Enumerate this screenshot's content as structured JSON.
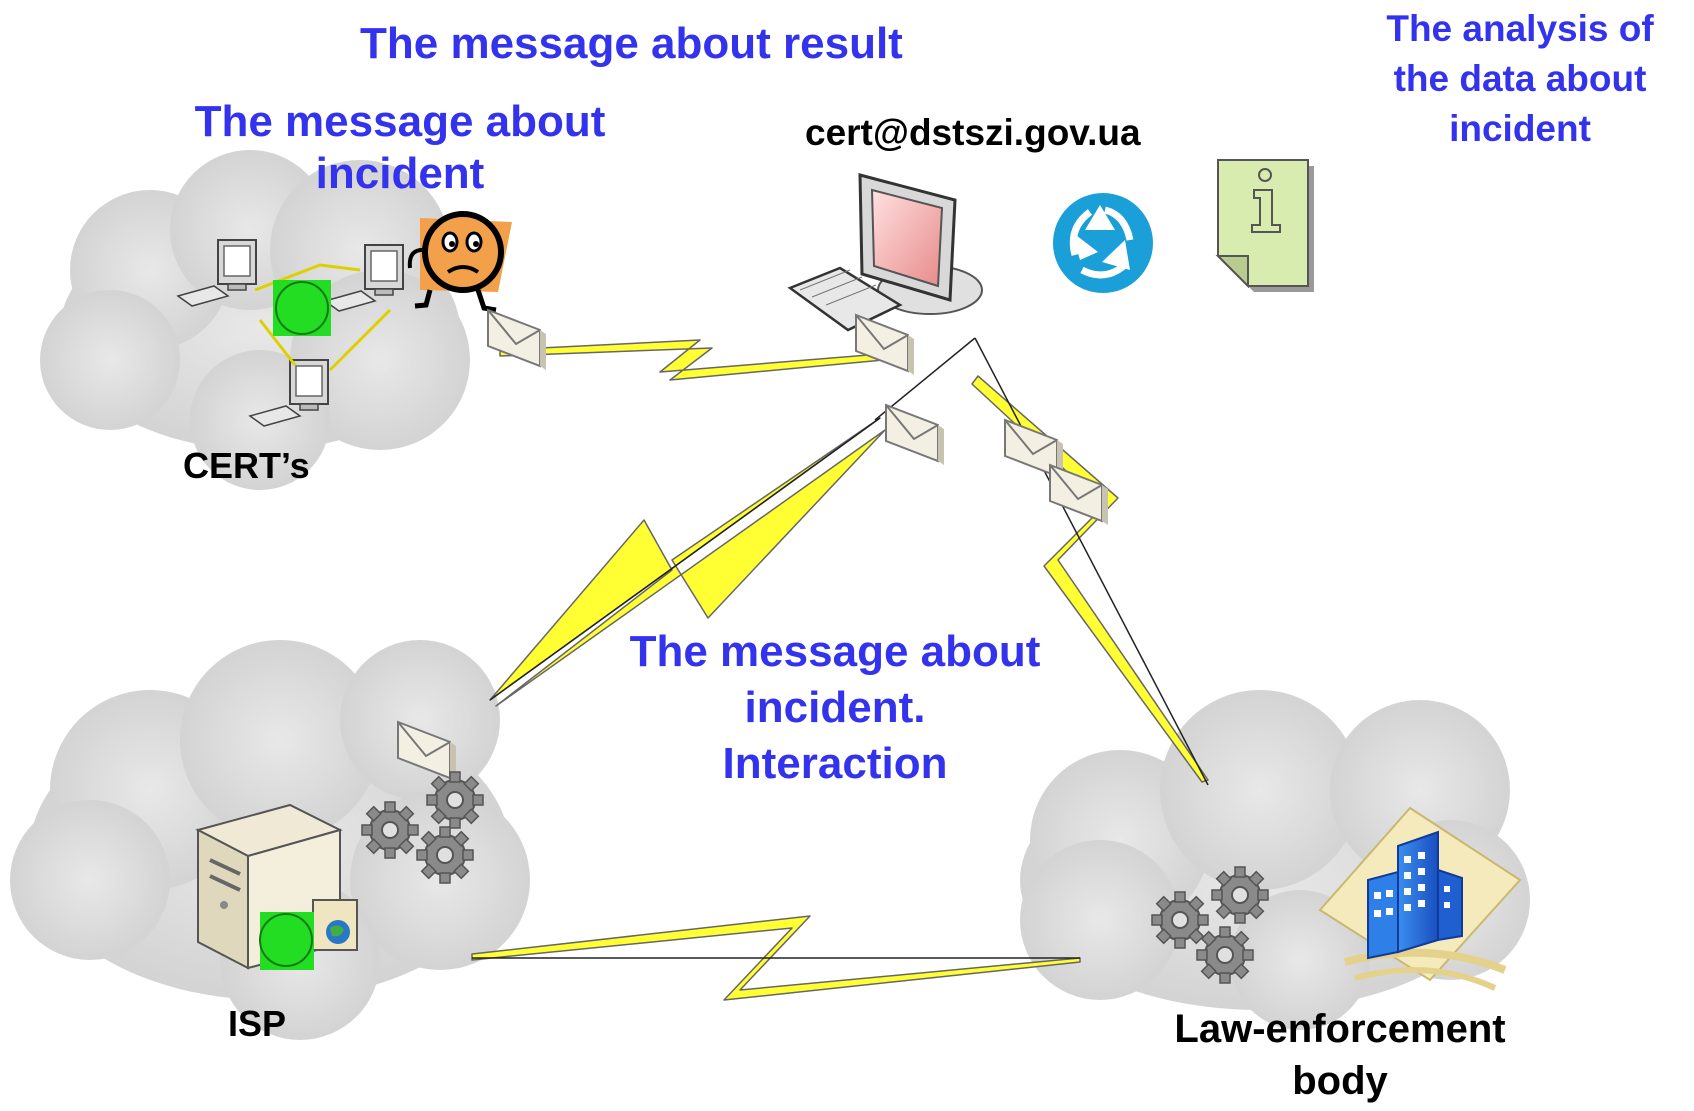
{
  "labels": {
    "message_result": "The message about result",
    "message_incident_line1": "The message about",
    "message_incident_line2": "incident",
    "email": "cert@dstszi.gov.ua",
    "analysis_line1": "The analysis of",
    "analysis_line2": "the data about",
    "analysis_line3": "incident",
    "certs": "CERT’s",
    "interaction_line1": "The message about",
    "interaction_line2": "incident.",
    "interaction_line3": "Interaction",
    "isp": "ISP",
    "law_line1": "Law-enforcement",
    "law_line2": "body"
  },
  "icons": {
    "recycle": "recycle-icon",
    "info": "info-document-icon",
    "workstation": "workstation-icon",
    "server": "server-icon",
    "building": "building-icon",
    "gears": "gears-icon",
    "envelope": "envelope-icon",
    "hacker": "hacker-icon"
  },
  "colors": {
    "label_blue": "#3333ee",
    "lightning": "#ffff33",
    "status_green": "#22dd22",
    "recycle": "#1a9fd8",
    "document": "#d8ecb0",
    "cloud": "#d4d4d4"
  }
}
